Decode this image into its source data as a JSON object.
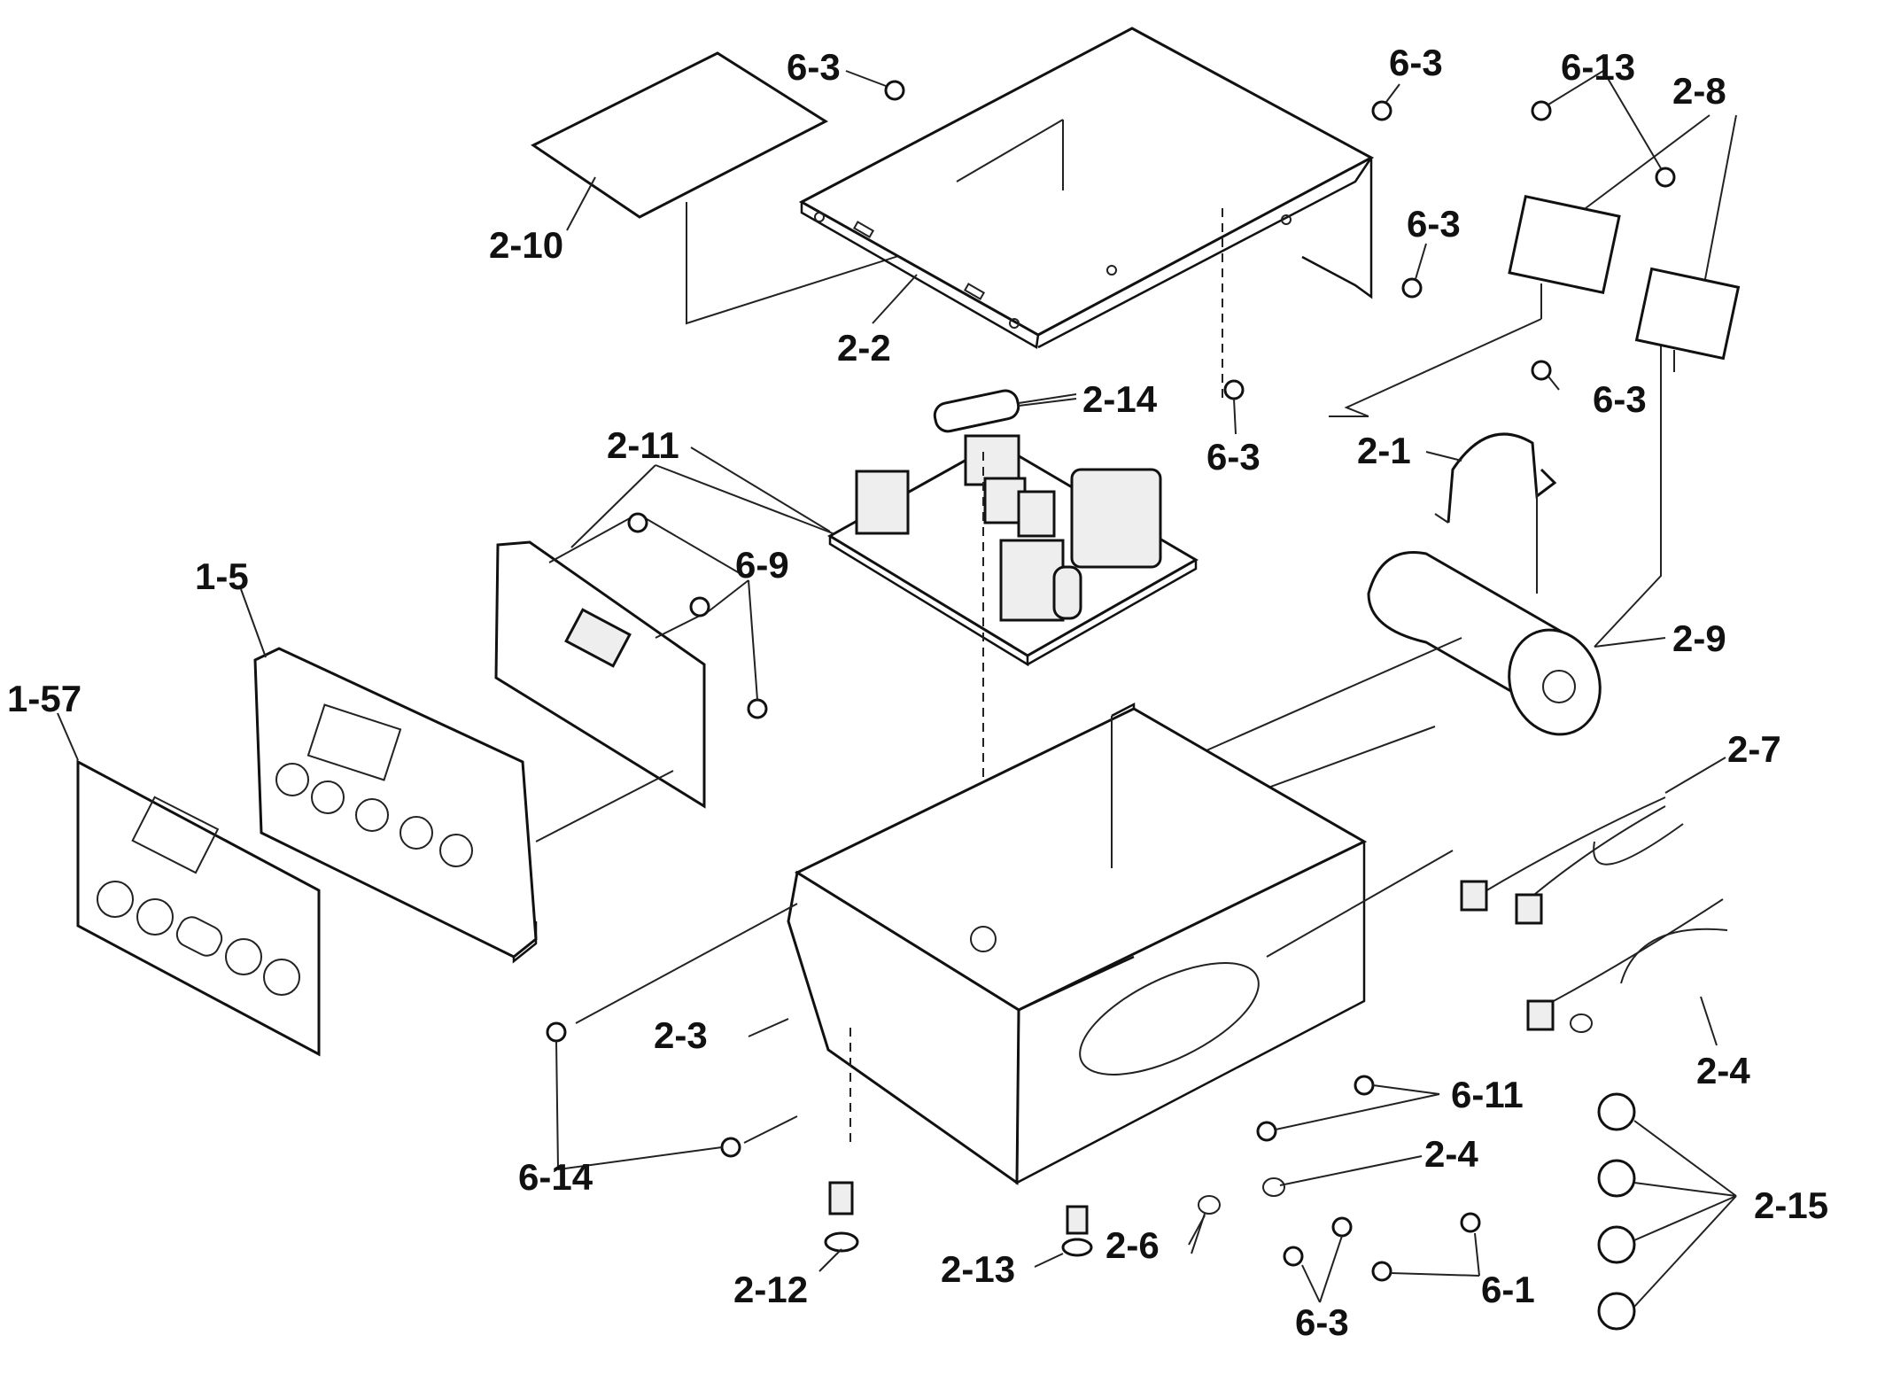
{
  "labels": {
    "l_6_3_a": "6-3",
    "l_6_3_b": "6-3",
    "l_6_3_c": "6-3",
    "l_6_3_d": "6-3",
    "l_6_3_e": "6-3",
    "l_6_3_f": "6-3",
    "l_6_13": "6-13",
    "l_2_8": "2-8",
    "l_2_10": "2-10",
    "l_2_2": "2-2",
    "l_2_14": "2-14",
    "l_2_11": "2-11",
    "l_2_1": "2-1",
    "l_6_9": "6-9",
    "l_1_5": "1-5",
    "l_2_9": "2-9",
    "l_1_57": "1-57",
    "l_2_7": "2-7",
    "l_2_3": "2-3",
    "l_2_4_a": "2-4",
    "l_6_11": "6-11",
    "l_6_14": "6-14",
    "l_2_4_b": "2-4",
    "l_2_15": "2-15",
    "l_2_12": "2-12",
    "l_2_13": "2-13",
    "l_2_6": "2-6",
    "l_6_1": "6-1"
  }
}
